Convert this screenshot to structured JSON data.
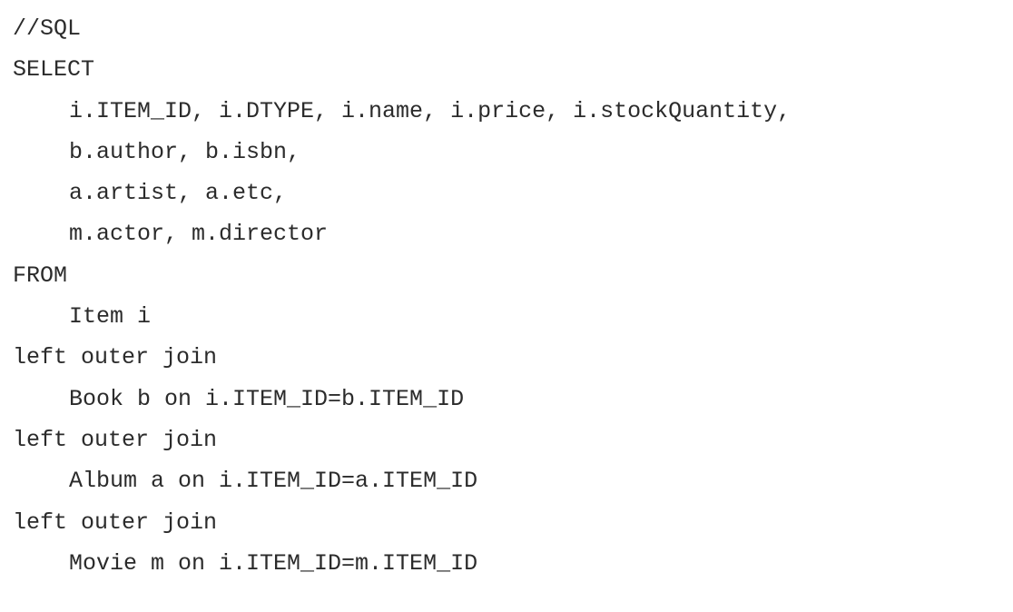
{
  "code": {
    "lines": [
      {
        "indent": 0,
        "text": "//SQL"
      },
      {
        "indent": 0,
        "text": "SELECT"
      },
      {
        "indent": 1,
        "text": "i.ITEM_ID, i.DTYPE, i.name, i.price, i.stockQuantity,"
      },
      {
        "indent": 1,
        "text": "b.author, b.isbn,"
      },
      {
        "indent": 1,
        "text": "a.artist, a.etc,"
      },
      {
        "indent": 1,
        "text": "m.actor, m.director"
      },
      {
        "indent": 0,
        "text": "FROM"
      },
      {
        "indent": 1,
        "text": "Item i"
      },
      {
        "indent": 0,
        "text": "left outer join"
      },
      {
        "indent": 1,
        "text": "Book b on i.ITEM_ID=b.ITEM_ID"
      },
      {
        "indent": 0,
        "text": "left outer join"
      },
      {
        "indent": 1,
        "text": "Album a on i.ITEM_ID=a.ITEM_ID"
      },
      {
        "indent": 0,
        "text": "left outer join"
      },
      {
        "indent": 1,
        "text": "Movie m on i.ITEM_ID=m.ITEM_ID"
      }
    ]
  }
}
